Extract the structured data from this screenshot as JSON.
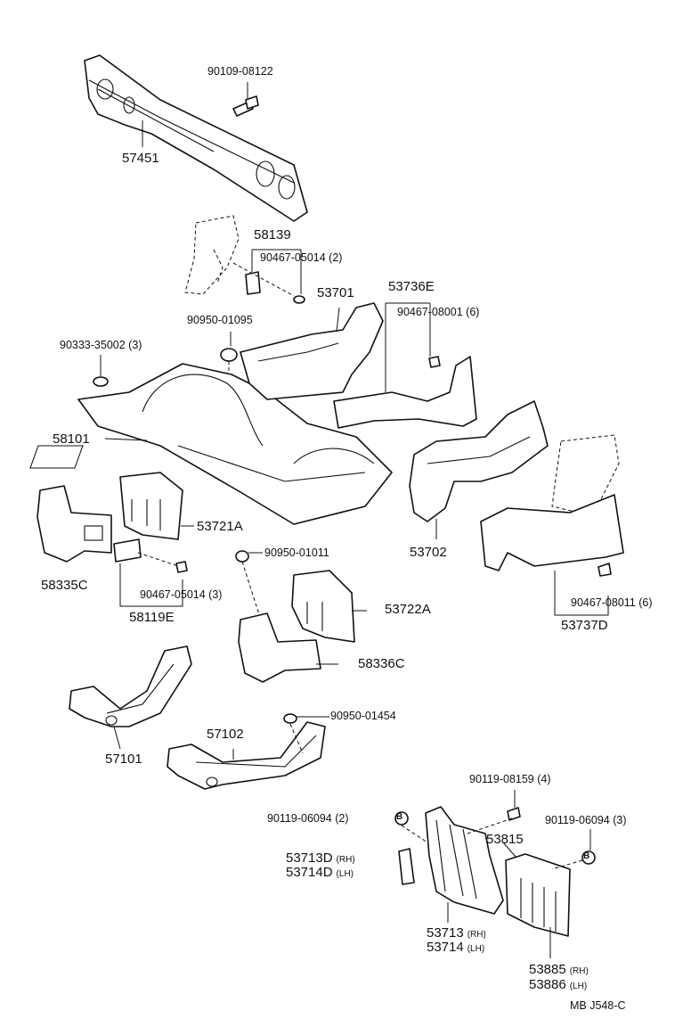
{
  "labels": {
    "p57451": "57451",
    "p90109_08122": "90109-08122",
    "p58139": "58139",
    "p90467_05014_a": "90467-05014 (2)",
    "p53701": "53701",
    "p53736E": "53736E",
    "p90467_08001": "90467-08001 (6)",
    "p90950_01095": "90950-01095",
    "p90333_35002": "90333-35002 (3)",
    "p58101": "58101",
    "p53721A": "53721A",
    "p53702": "53702",
    "p58335C": "58335C",
    "p90950_01011": "90950-01011",
    "p90467_05014_b": "90467-05014 (3)",
    "p58119E": "58119E",
    "p53722A": "53722A",
    "p90467_08011": "90467-08011 (6)",
    "p53737D": "53737D",
    "p58336C": "58336C",
    "p57101": "57101",
    "p57102": "57102",
    "p90950_01454": "90950-01454",
    "p90119_08159": "90119-08159 (4)",
    "p90119_06094_a": "90119-06094 (2)",
    "p90119_06094_b": "90119-06094 (3)",
    "p53815": "53815",
    "p53713D": "53713D",
    "p53714D": "53714D",
    "p53713": "53713",
    "p53714": "53714",
    "p53885": "53885",
    "p53886": "53886",
    "rh": "(RH)",
    "lh": "(LH)",
    "ref": "MB  J548-C",
    "circle_b": "B"
  }
}
